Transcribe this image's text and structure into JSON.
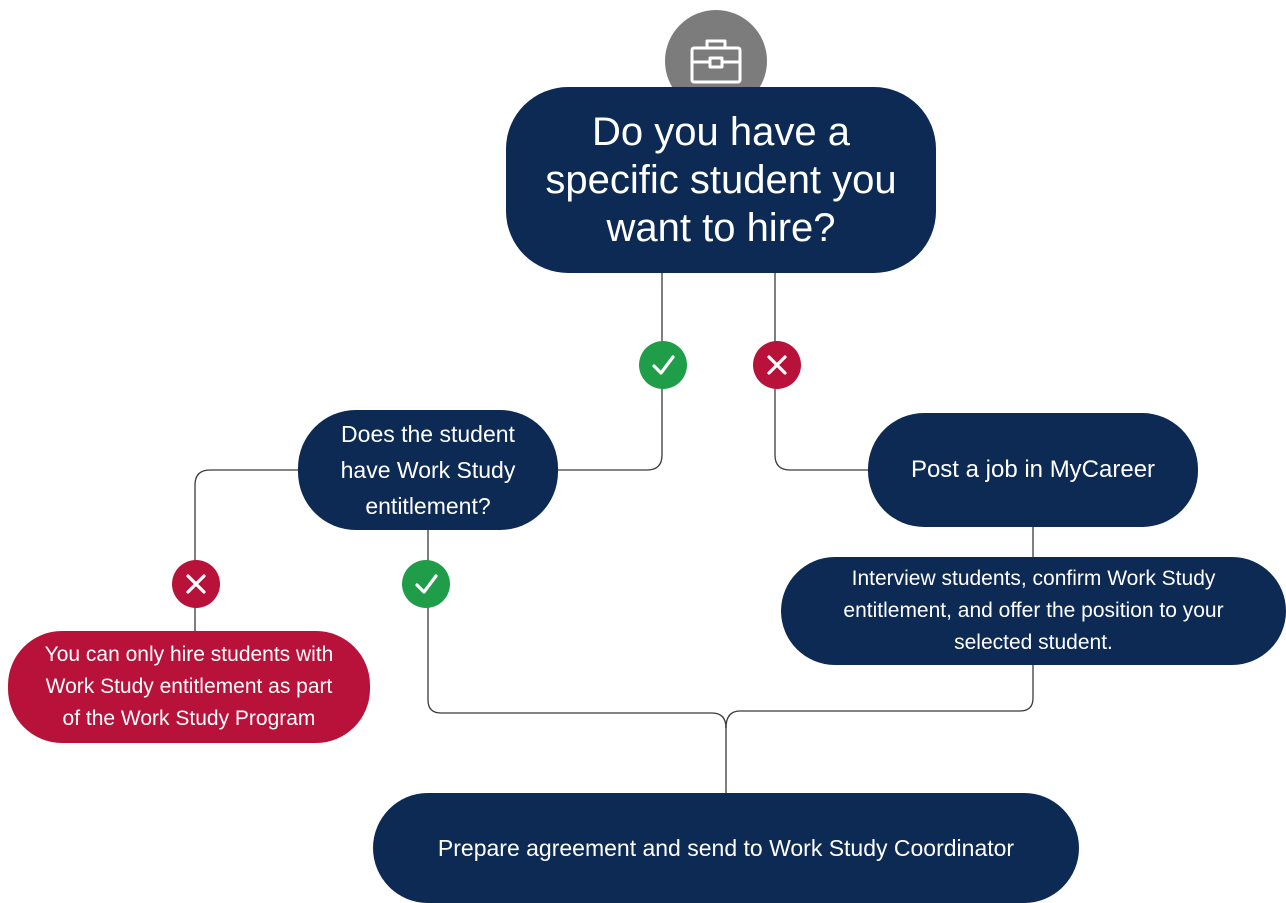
{
  "nodes": {
    "main_question": [
      "Do you have a",
      "specific student you",
      "want to hire?"
    ],
    "entitlement_question": [
      "Does the student",
      "have Work Study",
      "entitlement?"
    ],
    "post_job": [
      "Post a job in MyCareer"
    ],
    "interview": [
      "Interview students, confirm Work Study",
      "entitlement, and offer the position to your",
      "selected student."
    ],
    "only_hire": [
      "You can only hire students with",
      "Work Study entitlement as part",
      "of the Work Study Program"
    ],
    "prepare": [
      "Prepare agreement and send to Work Study Coordinator"
    ]
  },
  "icons": {
    "top": "briefcase-icon",
    "yes": "checkmark-icon",
    "no": "cross-icon"
  },
  "colors": {
    "navy": "#0c2a54",
    "red": "#b8123a",
    "green": "#1f9d49",
    "grey": "#7c7c7c",
    "connector": "#3a3a3a"
  }
}
